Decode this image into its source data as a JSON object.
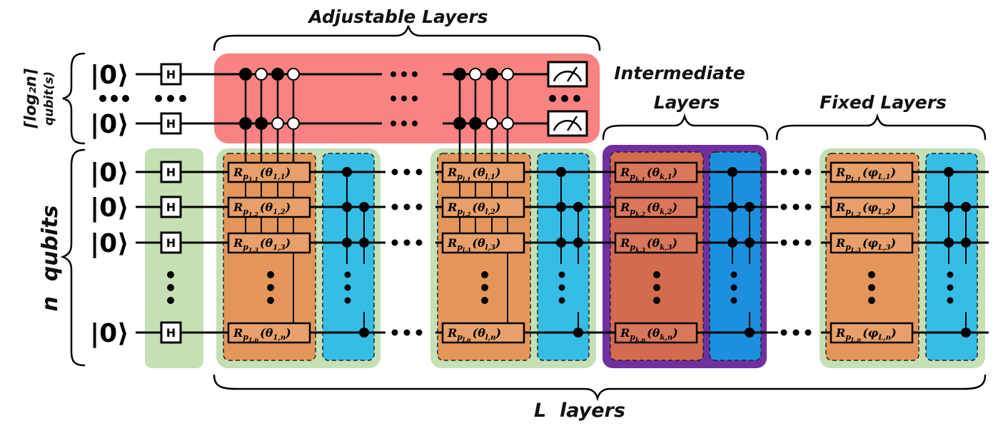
{
  "labels": {
    "adjustable": "Adjustable Layers",
    "intermediate_1": "Intermediate",
    "intermediate_2": "Layers",
    "fixed": "Fixed Layers",
    "layers": "L  layers",
    "n_qubits": "n  qubits",
    "log_qubits_1": "⌈log₂n⌉",
    "log_qubits_2": "qubit(s)",
    "ket": "|0⟩",
    "hadamard": "H"
  },
  "gates": {
    "adj1": [
      {
        "base": "R",
        "sub": "p",
        "subsub": "1,1",
        "arg": "(θ",
        "argsub": "1,1",
        "close": ")"
      },
      {
        "base": "R",
        "sub": "p",
        "subsub": "1,2",
        "arg": "(θ",
        "argsub": "1,2",
        "close": ")"
      },
      {
        "base": "R",
        "sub": "p",
        "subsub": "1,3",
        "arg": "(θ",
        "argsub": "1,3",
        "close": ")"
      },
      {
        "base": "R",
        "sub": "p",
        "subsub": "1,n",
        "arg": "(θ",
        "argsub": "1,n",
        "close": ")"
      }
    ],
    "adj2": [
      {
        "base": "R",
        "sub": "p",
        "subsub": "l,1",
        "arg": "(θ",
        "argsub": "l,1",
        "close": ")"
      },
      {
        "base": "R",
        "sub": "p",
        "subsub": "l,2",
        "arg": "(θ",
        "argsub": "l,2",
        "close": ")"
      },
      {
        "base": "R",
        "sub": "p",
        "subsub": "l,3",
        "arg": "(θ",
        "argsub": "l,3",
        "close": ")"
      },
      {
        "base": "R",
        "sub": "p",
        "subsub": "l,n",
        "arg": "(θ",
        "argsub": "l,n",
        "close": ")"
      }
    ],
    "inter": [
      {
        "base": "R",
        "sub": "p",
        "subsub": "k,1",
        "arg": "(θ",
        "argsub": "k,1",
        "close": ")"
      },
      {
        "base": "R",
        "sub": "p",
        "subsub": "k,2",
        "arg": "(θ",
        "argsub": "k,2",
        "close": ")"
      },
      {
        "base": "R",
        "sub": "p",
        "subsub": "k,3",
        "arg": "(θ",
        "argsub": "k,3",
        "close": ")"
      },
      {
        "base": "R",
        "sub": "p",
        "subsub": "k,n",
        "arg": "(θ",
        "argsub": "k,n",
        "close": ")"
      }
    ],
    "fixed": [
      {
        "base": "R",
        "sub": "p",
        "subsub": "L,1",
        "arg": "(φ",
        "argsub": "L,1",
        "close": ")"
      },
      {
        "base": "R",
        "sub": "p",
        "subsub": "L,2",
        "arg": "(φ",
        "argsub": "L,2",
        "close": ")"
      },
      {
        "base": "R",
        "sub": "p",
        "subsub": "L,3",
        "arg": "(φ",
        "argsub": "L,3",
        "close": ")"
      },
      {
        "base": "R",
        "sub": "p",
        "subsub": "L,n",
        "arg": "(φ",
        "argsub": "L,n",
        "close": ")"
      }
    ]
  },
  "colors": {
    "control_region": "#f98282",
    "layer_group": "#c5e0b4",
    "rotation_block": "#e4965a",
    "entangle_block": "#35bde6",
    "intermediate_border": "#7030a0",
    "intermediate_rotation": "#d36b4e",
    "intermediate_entangle": "#1c90de"
  }
}
